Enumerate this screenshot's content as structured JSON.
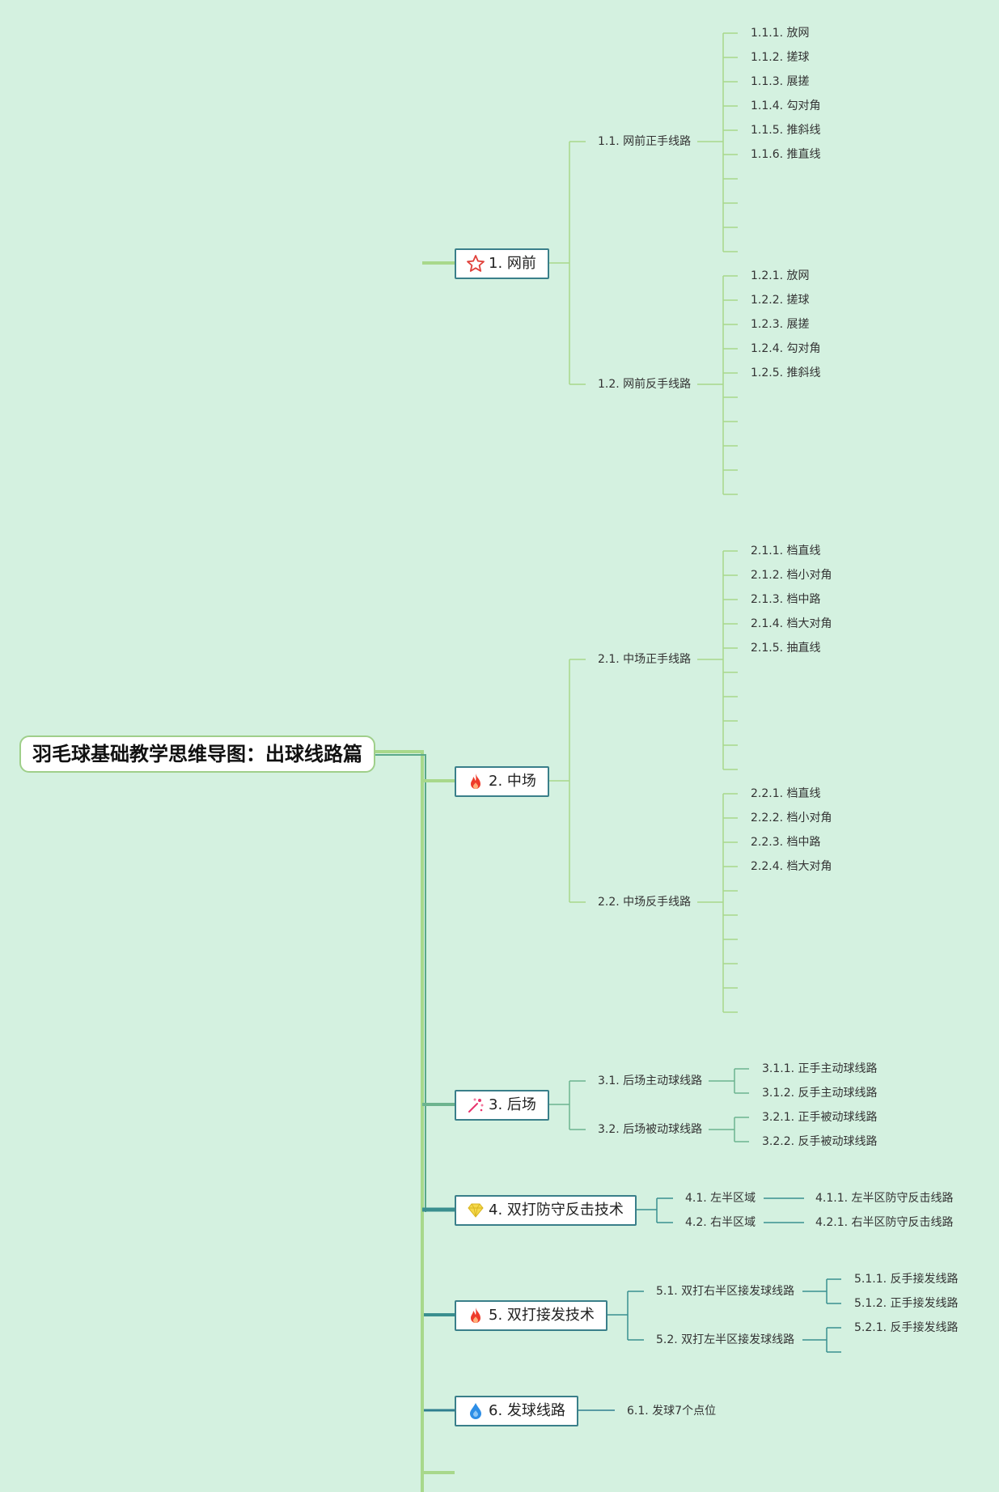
{
  "root": {
    "title": "羽毛球基础教学思维导图：出球线路篇"
  },
  "branches": [
    {
      "label": "1. 网前",
      "icon": "star-icon",
      "children": [
        {
          "label": "1.1. 网前正手线路",
          "children": [
            "1.1.1. 放网",
            "1.1.2. 搓球",
            "1.1.3. 展搓",
            "1.1.4. 勾对角",
            "1.1.5. 推斜线",
            "1.1.6. 推直线"
          ]
        },
        {
          "label": "1.2. 网前反手线路",
          "children": [
            "1.2.1. 放网",
            "1.2.2. 搓球",
            "1.2.3. 展搓",
            "1.2.4. 勾对角",
            "1.2.5. 推斜线"
          ]
        }
      ]
    },
    {
      "label": "2. 中场",
      "icon": "fire-icon",
      "children": [
        {
          "label": "2.1. 中场正手线路",
          "children": [
            "2.1.1. 档直线",
            "2.1.2. 档小对角",
            "2.1.3. 档中路",
            "2.1.4. 档大对角",
            "2.1.5. 抽直线"
          ]
        },
        {
          "label": "2.2. 中场反手线路",
          "children": [
            "2.2.1. 档直线",
            "2.2.2. 档小对角",
            "2.2.3. 档中路",
            "2.2.4. 档大对角"
          ]
        }
      ]
    },
    {
      "label": "3. 后场",
      "icon": "sparkle-icon",
      "children": [
        {
          "label": "3.1. 后场主动球线路",
          "children": [
            "3.1.1. 正手主动球线路",
            "3.1.2. 反手主动球线路"
          ]
        },
        {
          "label": "3.2. 后场被动球线路",
          "children": [
            "3.2.1. 正手被动球线路",
            "3.2.2. 反手被动球线路"
          ]
        }
      ]
    },
    {
      "label": "4. 双打防守反击技术",
      "icon": "diamond-icon",
      "children": [
        {
          "label": "4.1. 左半区域",
          "children": [
            "4.1.1. 左半区防守反击线路"
          ]
        },
        {
          "label": "4.2. 右半区域",
          "children": [
            "4.2.1. 右半区防守反击线路"
          ]
        }
      ]
    },
    {
      "label": "5. 双打接发技术",
      "icon": "fire-icon",
      "children": [
        {
          "label": "5.1. 双打右半区接发球线路",
          "children": [
            "5.1.1. 反手接发线路",
            "5.1.2. 正手接发线路"
          ]
        },
        {
          "label": "5.2. 双打左半区接发球线路",
          "children": [
            "5.2.1. 反手接发线路"
          ]
        }
      ]
    },
    {
      "label": "6. 发球线路",
      "icon": "water-drop-icon",
      "children": [
        {
          "label": "6.1. 发球7个点位",
          "children": []
        }
      ]
    }
  ],
  "colors": {
    "background": "#d4f1e0",
    "branch_green": "#a8d88b",
    "branch_teal": "#3a8f8f",
    "node_border": "#3a7f8a",
    "star": "#e0403a",
    "fire": "#ee3b2b",
    "sparkle": "#e8336d",
    "diamond": "#f5d84a",
    "drop": "#2d8ee6"
  }
}
